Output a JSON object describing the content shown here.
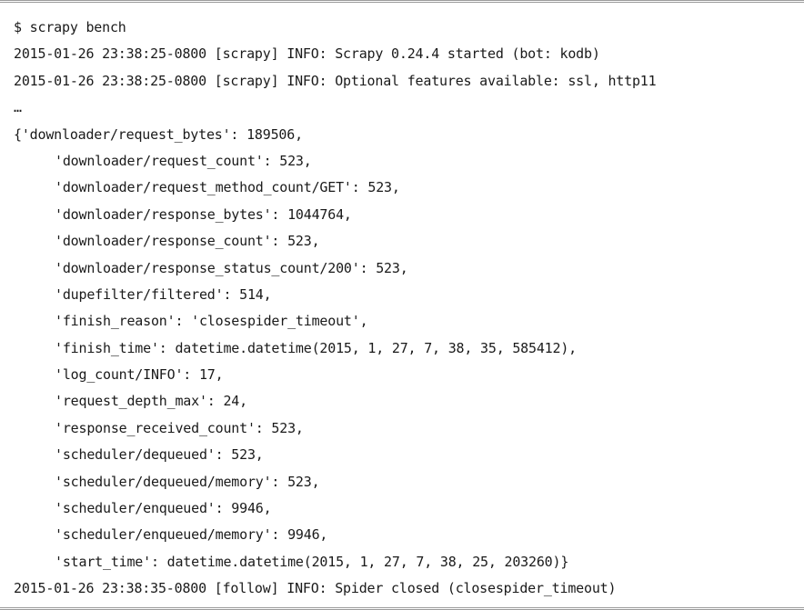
{
  "terminal": {
    "lines": [
      {
        "text": "$ scrapy bench",
        "indent": false
      },
      {
        "text": "2015-01-26 23:38:25-0800 [scrapy] INFO: Scrapy 0.24.4 started (bot: kodb)",
        "indent": false
      },
      {
        "text": "2015-01-26 23:38:25-0800 [scrapy] INFO: Optional features available: ssl, http11",
        "indent": false
      },
      {
        "text": "…",
        "indent": false
      },
      {
        "text": "{'downloader/request_bytes': 189506,",
        "indent": false
      },
      {
        "text": "'downloader/request_count': 523,",
        "indent": true
      },
      {
        "text": "'downloader/request_method_count/GET': 523,",
        "indent": true
      },
      {
        "text": "'downloader/response_bytes': 1044764,",
        "indent": true
      },
      {
        "text": "'downloader/response_count': 523,",
        "indent": true
      },
      {
        "text": "'downloader/response_status_count/200': 523,",
        "indent": true
      },
      {
        "text": "'dupefilter/filtered': 514,",
        "indent": true
      },
      {
        "text": "'finish_reason': 'closespider_timeout',",
        "indent": true
      },
      {
        "text": "'finish_time': datetime.datetime(2015, 1, 27, 7, 38, 35, 585412),",
        "indent": true
      },
      {
        "text": "'log_count/INFO': 17,",
        "indent": true
      },
      {
        "text": "'request_depth_max': 24,",
        "indent": true
      },
      {
        "text": "'response_received_count': 523,",
        "indent": true
      },
      {
        "text": "'scheduler/dequeued': 523,",
        "indent": true
      },
      {
        "text": "'scheduler/dequeued/memory': 523,",
        "indent": true
      },
      {
        "text": "'scheduler/enqueued': 9946,",
        "indent": true
      },
      {
        "text": "'scheduler/enqueued/memory': 9946,",
        "indent": true
      },
      {
        "text": "'start_time': datetime.datetime(2015, 1, 27, 7, 38, 25, 203260)}",
        "indent": true
      },
      {
        "text": "2015-01-26 23:38:35-0800 [follow] INFO: Spider closed (closespider_timeout)",
        "indent": false
      }
    ]
  }
}
